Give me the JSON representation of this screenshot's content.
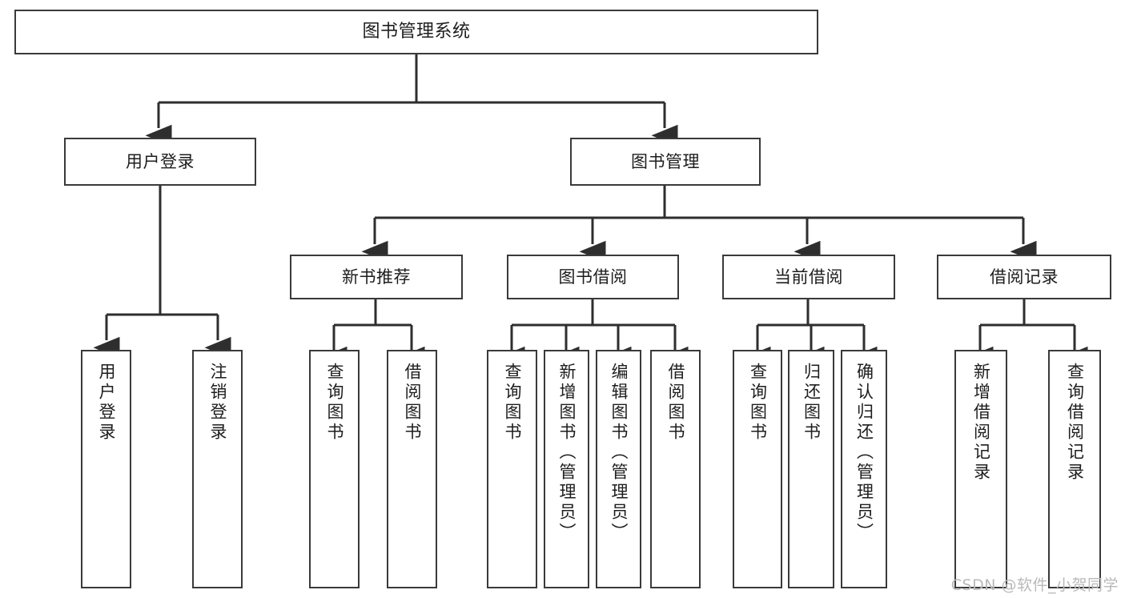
{
  "diagram": {
    "title": "图书管理系统",
    "background_color": "#ffffff",
    "line_color": "#3a3a3a",
    "box_border_color": "#3a3a3a",
    "text_color": "#1d1d1d",
    "watermark": "CSDN @软件_小贺同学"
  },
  "nodes": {
    "root": {
      "label": "图书管理系统"
    },
    "level2": [
      {
        "label": "用户登录"
      },
      {
        "label": "图书管理"
      }
    ],
    "level3": [
      {
        "label": "新书推荐"
      },
      {
        "label": "图书借阅"
      },
      {
        "label": "当前借阅"
      },
      {
        "label": "借阅记录"
      }
    ],
    "leaves_user_login": [
      {
        "label": "用户登录"
      },
      {
        "label": "注销登录"
      }
    ],
    "leaves_new_book": [
      {
        "label": "查询图书"
      },
      {
        "label": "借阅图书"
      }
    ],
    "leaves_borrow": [
      {
        "label": "查询图书"
      },
      {
        "label": "新增图书（管理员）"
      },
      {
        "label": "编辑图书（管理员）"
      },
      {
        "label": "借阅图书"
      }
    ],
    "leaves_current": [
      {
        "label": "查询图书"
      },
      {
        "label": "归还图书"
      },
      {
        "label": "确认归还（管理员）"
      }
    ],
    "leaves_record": [
      {
        "label": "新增借阅记录"
      },
      {
        "label": "查询借阅记录"
      }
    ]
  }
}
